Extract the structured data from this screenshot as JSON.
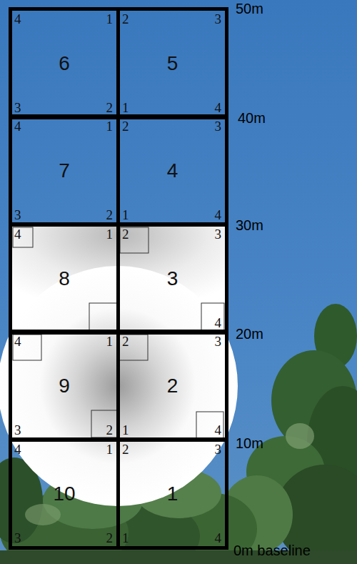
{
  "diagram": {
    "nodes": [
      {
        "text": [
          "6",
          "4",
          "1",
          "3",
          "2"
        ]
      },
      {
        "text": [
          "5",
          "2",
          "3",
          "1",
          "4"
        ]
      },
      {
        "text": [
          "7",
          "4",
          "1",
          "3",
          "2"
        ]
      },
      {
        "text": [
          "4",
          "2",
          "3",
          "1",
          "4"
        ]
      },
      {
        "text": [
          "8",
          "4",
          "1"
        ]
      },
      {
        "text": [
          "3",
          "2",
          "3",
          "4"
        ]
      },
      {
        "text": [
          "9",
          "4",
          "1",
          "3",
          "2"
        ]
      },
      {
        "text": [
          "2",
          "2",
          "3",
          "1",
          "4"
        ]
      },
      {
        "text": [
          "10",
          "4",
          "1",
          "3",
          "2"
        ]
      },
      {
        "text": [
          "1",
          "2",
          "3",
          "1",
          "4"
        ]
      }
    ],
    "labels": [
      "50m",
      "40m",
      "30m",
      "20m",
      "10m",
      "0m baseline"
    ]
  }
}
